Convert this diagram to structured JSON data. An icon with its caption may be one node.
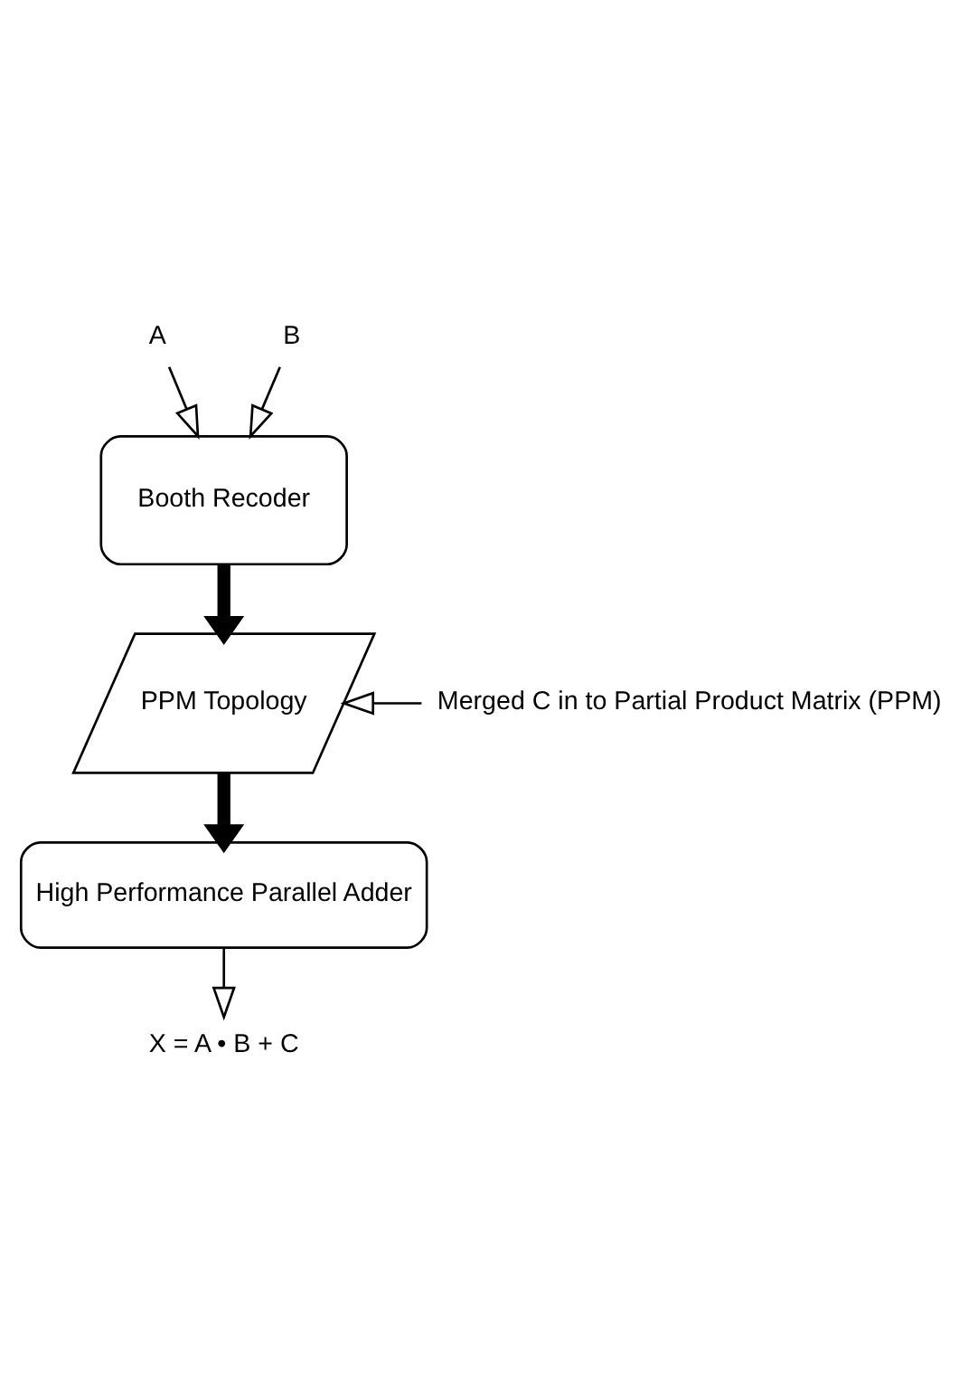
{
  "diagram": {
    "nodes": [
      {
        "text": [
          "A"
        ]
      },
      {
        "text": [
          "B"
        ]
      },
      {
        "text": [
          "Booth Recoder"
        ]
      },
      {
        "text": [
          "Merged C in to Partial Product Matrix (PPM)"
        ]
      },
      {
        "text": [
          "PPM Topology"
        ]
      },
      {
        "text": [
          "High Performance Parallel Adder"
        ]
      },
      {
        "text": [
          "X = A • B + C"
        ]
      }
    ],
    "edges": [
      {
        "from": 0,
        "to": 2,
        "arrow": "to"
      },
      {
        "from": 1,
        "to": 2,
        "arrow": "to"
      },
      {
        "from": 2,
        "to": 4,
        "arrow": "to",
        "style": "thick"
      },
      {
        "from": 3,
        "to": 4,
        "arrow": "to"
      },
      {
        "from": 4,
        "to": 5,
        "arrow": "to",
        "style": "thick"
      },
      {
        "from": 5,
        "to": 6,
        "arrow": "to"
      }
    ]
  }
}
